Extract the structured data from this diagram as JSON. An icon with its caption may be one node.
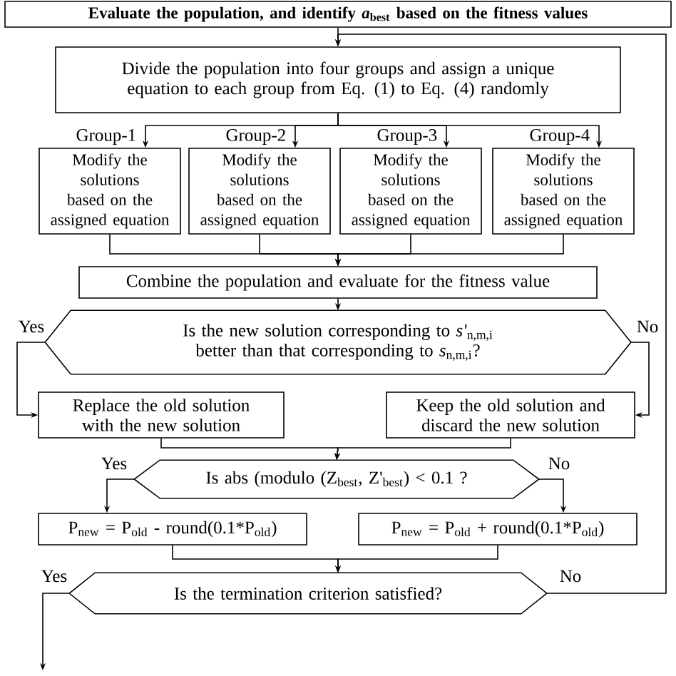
{
  "diagram": {
    "nodes": [
      {
        "text": [
          "Evaluate the population, and identify *a*$_{best}$ based on the fitness values"
        ]
      },
      {
        "text": [
          "Divide the population into four groups and assign a unique equation to each group from Eq. (1) to Eq. (4) randomly"
        ]
      },
      {
        "text": [
          "Modify the solutions based on the assigned equation"
        ]
      },
      {
        "text": [
          "Modify the solutions based on the assigned equation"
        ]
      },
      {
        "text": [
          "Modify the solutions based on the assigned equation"
        ]
      },
      {
        "text": [
          "Modify the solutions based on the assigned equation"
        ]
      },
      {
        "text": [
          "Combine the population and evaluate for the fitness value"
        ]
      },
      {
        "text": [
          "Is the new solution corresponding to *s'*$_{n,m,i}$ better than that corresponding to *s*$_{n,m,i}$?"
        ]
      },
      {
        "text": [
          "Replace the old solution with the new solution"
        ]
      },
      {
        "text": [
          "Keep the old solution and discard the new solution"
        ]
      },
      {
        "text": [
          "Is abs (modulo (Z$_{best}$, Z'$_{best}$) < 0.1 ?"
        ]
      },
      {
        "text": [
          "P$_{new}$ = P$_{old}$ - round(0.1*P$_{old}$)"
        ]
      },
      {
        "text": [
          "P$_{new}$ = P$_{old}$ + round(0.1*P$_{old}$)"
        ]
      },
      {
        "text": [
          "Is the termination criterion satisfied?"
        ]
      }
    ],
    "edges": [
      {
        "from": 0,
        "to": 1,
        "arrow": "to"
      },
      {
        "from": 1,
        "to": 2,
        "arrow": "to",
        "label": "Group-1"
      },
      {
        "from": 1,
        "to": 3,
        "arrow": "to",
        "label": "Group-2"
      },
      {
        "from": 1,
        "to": 4,
        "arrow": "to",
        "label": "Group-3"
      },
      {
        "from": 1,
        "to": 5,
        "arrow": "to",
        "label": "Group-4"
      },
      {
        "from": 2,
        "to": 6,
        "arrow": "to"
      },
      {
        "from": 3,
        "to": 6,
        "arrow": "to"
      },
      {
        "from": 4,
        "to": 6,
        "arrow": "to"
      },
      {
        "from": 5,
        "to": 6,
        "arrow": "to"
      },
      {
        "from": 6,
        "to": 7,
        "arrow": "to"
      },
      {
        "from": 7,
        "to": 8,
        "arrow": "to",
        "label": "Yes"
      },
      {
        "from": 7,
        "to": 9,
        "arrow": "to",
        "label": "No"
      },
      {
        "from": 8,
        "to": 10,
        "arrow": "to"
      },
      {
        "from": 9,
        "to": 10,
        "arrow": "to"
      },
      {
        "from": 10,
        "to": 11,
        "arrow": "to",
        "label": "Yes"
      },
      {
        "from": 10,
        "to": 12,
        "arrow": "to",
        "label": "No"
      },
      {
        "from": 11,
        "to": 13,
        "arrow": "to"
      },
      {
        "from": 12,
        "to": 13,
        "arrow": "to"
      },
      {
        "from": 13,
        "to": null,
        "arrow": "to",
        "label": "Yes"
      },
      {
        "from": 13,
        "to": 1,
        "arrow": "to",
        "label": "No"
      }
    ]
  }
}
